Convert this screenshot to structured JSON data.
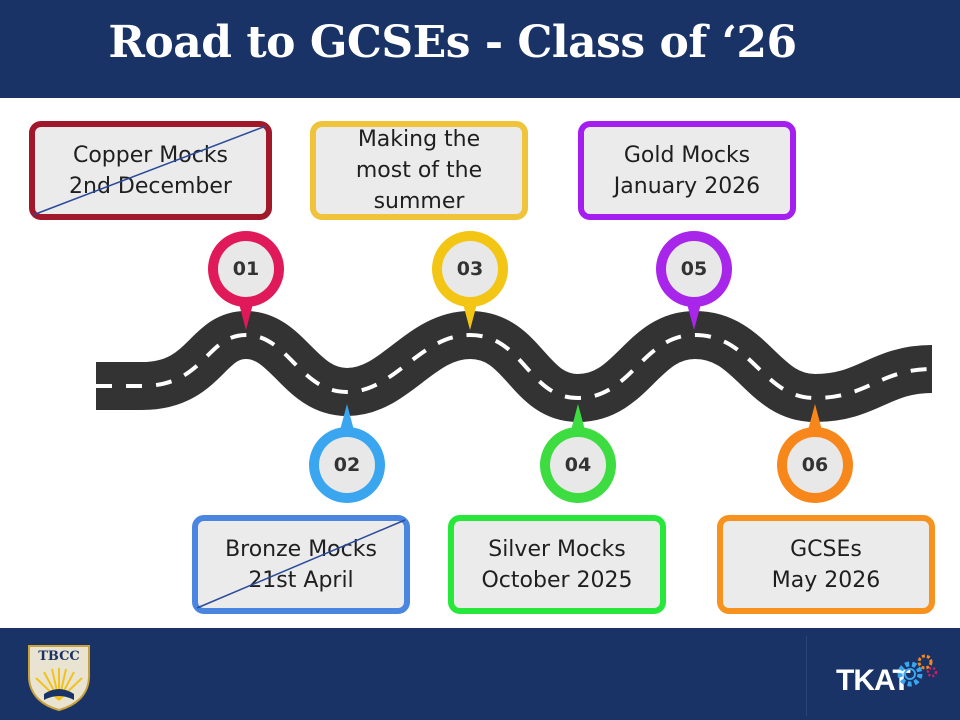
{
  "title": "Road to GCSEs - Class of ‘26",
  "milestones": [
    {
      "number": "01",
      "line1": "Copper Mocks",
      "line2": "2nd December",
      "line3": "",
      "color": "#a0182a",
      "pin_color": "#e0195a",
      "crossed_out": true
    },
    {
      "number": "02",
      "line1": "Bronze Mocks",
      "line2": "21st April",
      "line3": "",
      "color": "#4a86e0",
      "pin_color": "#3aa6ef",
      "crossed_out": true
    },
    {
      "number": "03",
      "line1": "Making the",
      "line2": "most of the",
      "line3": "summer",
      "color": "#efc33a",
      "pin_color": "#f3c515",
      "crossed_out": false
    },
    {
      "number": "04",
      "line1": "Silver Mocks",
      "line2": "October 2025",
      "line3": "",
      "color": "#27e83a",
      "pin_color": "#3ddc41",
      "crossed_out": false
    },
    {
      "number": "05",
      "line1": "Gold Mocks",
      "line2": "January 2026",
      "line3": "",
      "color": "#a51ef0",
      "pin_color": "#a825ea",
      "crossed_out": false
    },
    {
      "number": "06",
      "line1": "GCSEs",
      "line2": "May 2026",
      "line3": "",
      "color": "#f7921e",
      "pin_color": "#f7861b",
      "crossed_out": false
    }
  ],
  "logos": {
    "left": "TBCC",
    "right": "TKAT"
  },
  "colors": {
    "header_bg": "#1a3366",
    "road": "#333333",
    "road_dash": "#ffffff"
  }
}
